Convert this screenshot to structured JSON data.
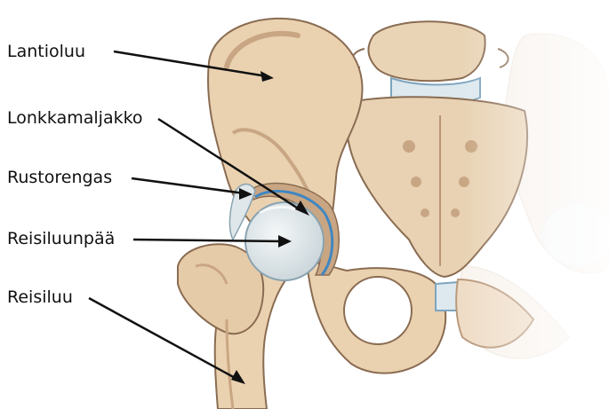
{
  "labels": {
    "lantioluu": "Lantioluu",
    "lonkkamaljakko": "Lonkkamaljakko",
    "rustorengas": "Rustorengas",
    "reisiluunpaa": "Reisiluunpää",
    "reisiluu": "Reisiluu"
  },
  "colors": {
    "bone": "#ead2b1",
    "bone_shadow": "#c9a683",
    "bone_outline": "#8a6c52",
    "cartilage": "#dfe7ea",
    "socket_line": "#3f87c2",
    "leader_line": "#111111",
    "faded_bone": "#f3e8dc"
  }
}
